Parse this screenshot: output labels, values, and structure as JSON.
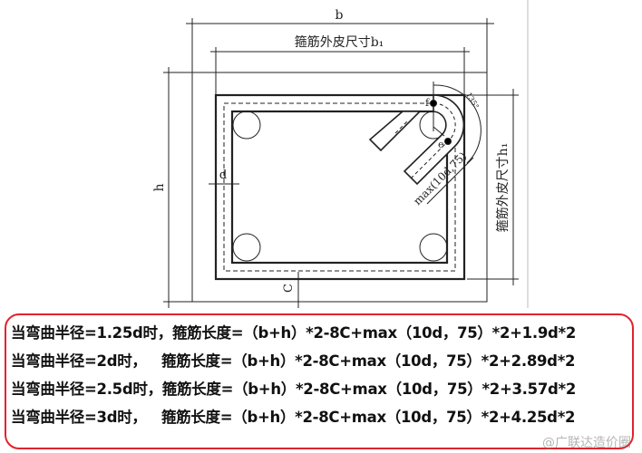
{
  "diagram": {
    "label_b": "b",
    "label_b1": "箍筋外皮尺寸b₁",
    "label_h": "h",
    "label_h1": "箍筋外皮尺寸h₁",
    "label_d": "d",
    "label_c": "C",
    "label_f": "f",
    "label_e": "e",
    "label_angle": "135°",
    "label_hook": "max(10d,75)"
  },
  "formulas": [
    "当弯曲半径=1.25d时，箍筋长度=（b+h）*2-8C+max（10d，75）*2+1.9d*2",
    "当弯曲半径=2d时，   箍筋长度=（b+h）*2-8C+max（10d，75）*2+2.89d*2",
    "当弯曲半径=2.5d时，箍筋长度=（b+h）*2-8C+max（10d，75）*2+3.57d*2",
    "当弯曲半径=3d时，   箍筋长度=（b+h）*2-8C+max（10d，75）*2+4.25d*2"
  ],
  "watermark": "@广联达造价圈",
  "colors": {
    "frame": "#e0242c",
    "ink": "#111111"
  }
}
